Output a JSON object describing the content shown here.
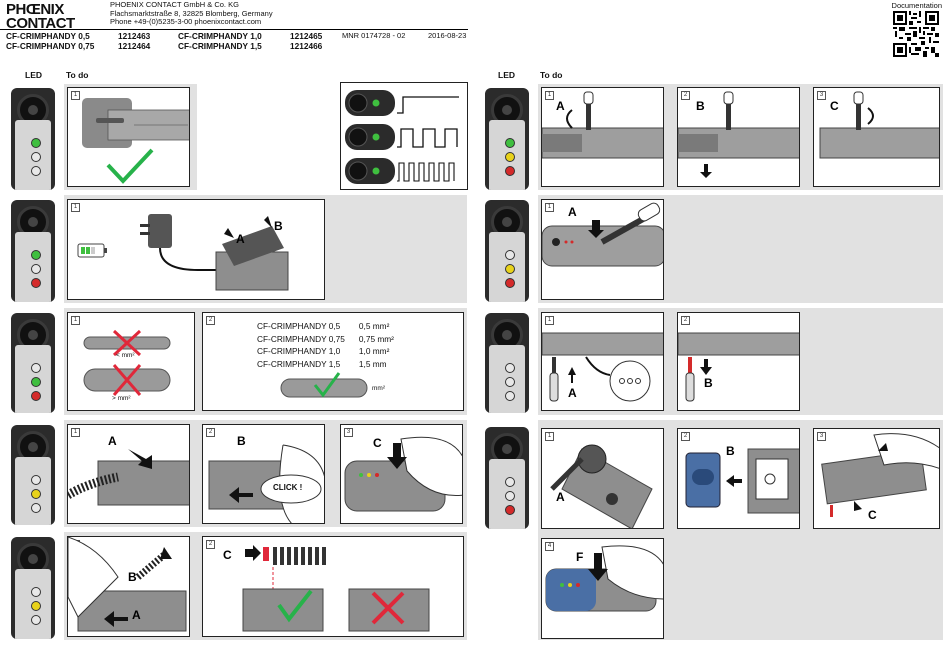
{
  "header": {
    "logo_line1": "PHŒNIX",
    "logo_line2": "CONTACT",
    "company": "PHOENIX CONTACT GmbH & Co. KG",
    "address": "Flachsmarktstraße 8, 32825 Blomberg, Germany",
    "contact": "Phone +49-(0)5235-3-00     phoenixcontact.com",
    "documentation_label": "Documentation",
    "mnr": "MNR 0174728 - 02",
    "date": "2016-08-23",
    "models": [
      {
        "name": "CF-CRIMPHANDY 0,5",
        "number": "1212463"
      },
      {
        "name": "CF-CRIMPHANDY 0,75",
        "number": "1212464"
      },
      {
        "name": "CF-CRIMPHANDY 1,0",
        "number": "1212465"
      },
      {
        "name": "CF-CRIMPHANDY 1,5",
        "number": "1212466"
      }
    ]
  },
  "columns": {
    "led": "LED",
    "todo": "To do"
  },
  "steps": {
    "n1": "1",
    "n2": "2",
    "n3": "3",
    "n4": "4",
    "label_a": "A",
    "label_b": "B",
    "label_c": "C",
    "label_f": "F",
    "click": "CLICK !",
    "less_mm": "< mm²",
    "more_mm": "> mm²",
    "mm2": "mm²"
  },
  "size_table": [
    {
      "model": "CF-CRIMPHANDY 0,5",
      "size": "0,5 mm²"
    },
    {
      "model": "CF-CRIMPHANDY 0,75",
      "size": "0,75 mm²"
    },
    {
      "model": "CF-CRIMPHANDY 1,0",
      "size": "1,0 mm²"
    },
    {
      "model": "CF-CRIMPHANDY 1,5",
      "size": "1,5 mm"
    }
  ],
  "colors": {
    "band": "#e1e1e1",
    "led_green": "#3fbf3f",
    "led_yellow": "#e8d21a",
    "led_red": "#d42a2a",
    "check_green": "#27b24a",
    "cross_red": "#e0283a"
  }
}
